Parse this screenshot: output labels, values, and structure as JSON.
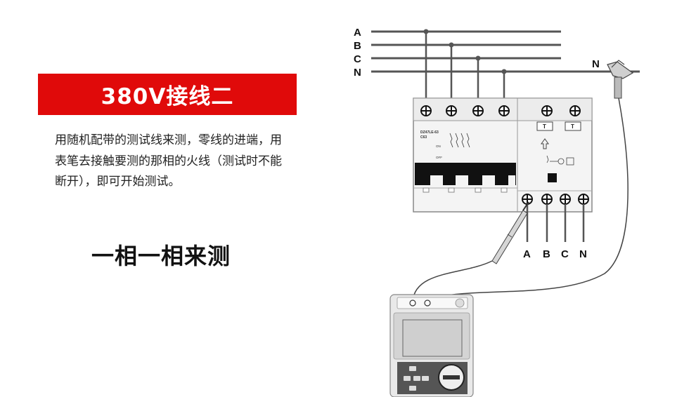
{
  "banner": {
    "title": "380V接线二",
    "color": "#e00a0a"
  },
  "description": "用随机配带的测试线来测，零线的进端，用表笔去接触要测的那相的火线（测试时不能断开），即可开始测试。",
  "motto": "一相一相来测",
  "diagram": {
    "bus_labels": [
      "A",
      "B",
      "C",
      "N"
    ],
    "clamp_label": "N",
    "terminal_labels": [
      "A",
      "B",
      "C",
      "N"
    ],
    "breaker_model": "DZ47LE-63",
    "breaker_rating": "C63",
    "switch_on": "ON",
    "switch_off": "OFF",
    "test_button": "T",
    "test_button_2": "T"
  }
}
